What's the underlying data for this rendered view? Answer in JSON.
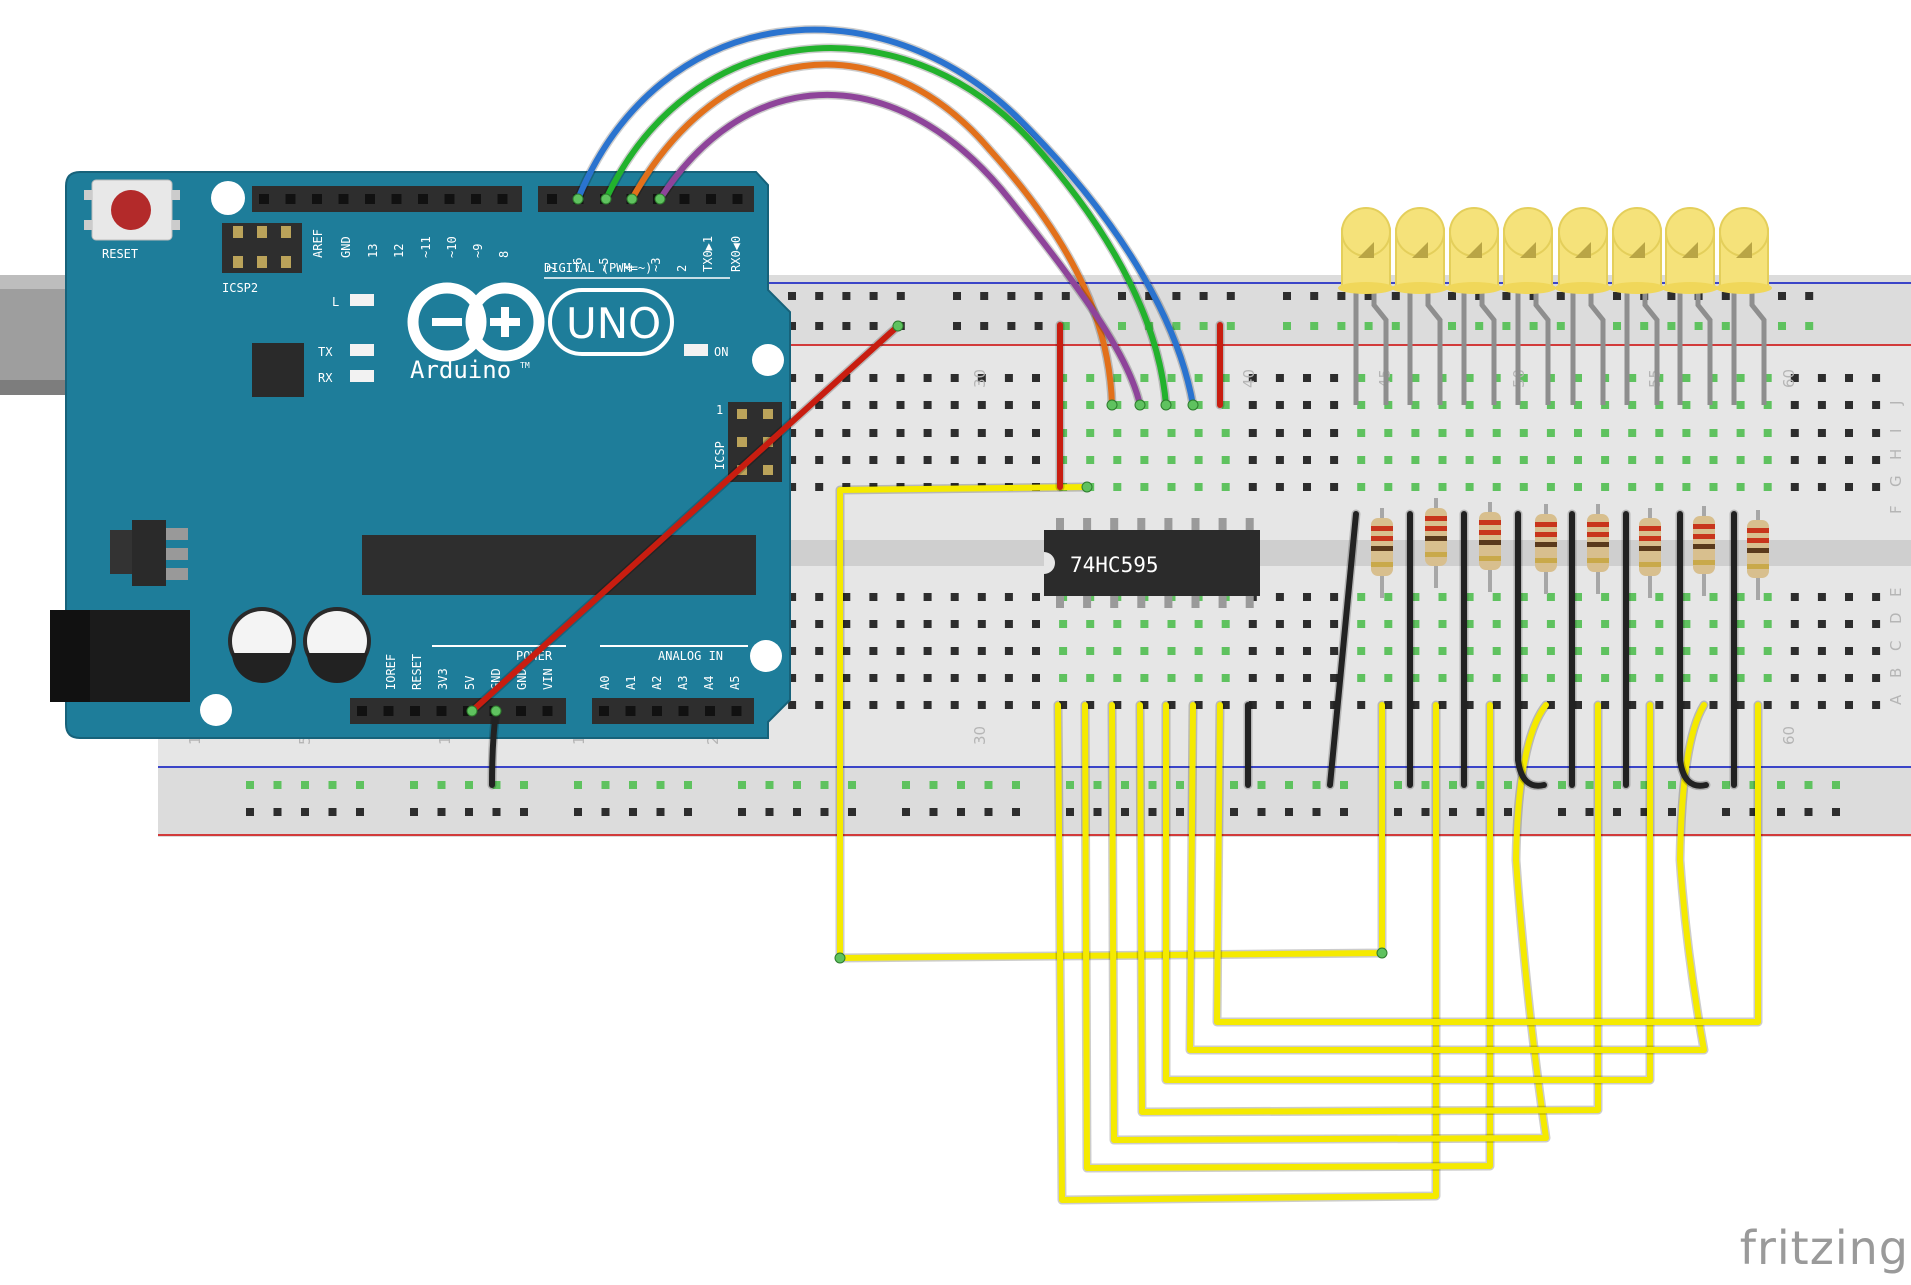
{
  "arduino": {
    "reset_label": "RESET",
    "icsp2_label": "ICSP2",
    "icsp_label": "ICSP",
    "icsp_pin1": "1",
    "brand": "Arduino",
    "tm": "TM",
    "model": "UNO",
    "led_l": "L",
    "led_tx": "TX",
    "led_rx": "RX",
    "led_on": "ON",
    "digital_label": "DIGITAL (PWM=~)",
    "power_label": "POWER",
    "analog_label": "ANALOG IN",
    "top_pins_left": [
      "AREF",
      "GND",
      "13",
      "12",
      "~11",
      "~10",
      "~9",
      "8"
    ],
    "top_pins_right": [
      "7",
      "~6",
      "~5",
      "4",
      "~3",
      "2",
      "TX0▶1",
      "RX0◀0"
    ],
    "power_pins": [
      "IOREF",
      "RESET",
      "3V3",
      "5V",
      "GND",
      "GND",
      "VIN"
    ],
    "analog_pins": [
      "A0",
      "A1",
      "A2",
      "A3",
      "A4",
      "A5"
    ]
  },
  "chip": {
    "label": "74HC595"
  },
  "breadboard": {
    "column_numbers_top": [
      "30",
      "40",
      "45",
      "50",
      "55",
      "60"
    ],
    "column_numbers_bottom": [
      "1",
      "5",
      "10",
      "15",
      "20",
      "30",
      "60"
    ],
    "row_letters": [
      "J",
      "I",
      "H",
      "G",
      "F",
      "E",
      "D",
      "C",
      "B",
      "A"
    ]
  },
  "colors": {
    "board": "#1e7d9a",
    "breadboard": "#e6e6e6",
    "led": "#f5e27a",
    "wire_yellow": "#f5ea00",
    "wire_red": "#c81d10",
    "wire_black": "#222222",
    "wire_blue": "#2a73cf",
    "wire_green": "#22b22d",
    "wire_orange": "#e2701a",
    "wire_purple": "#8e449a"
  },
  "branding": {
    "logo": "fritzing"
  }
}
